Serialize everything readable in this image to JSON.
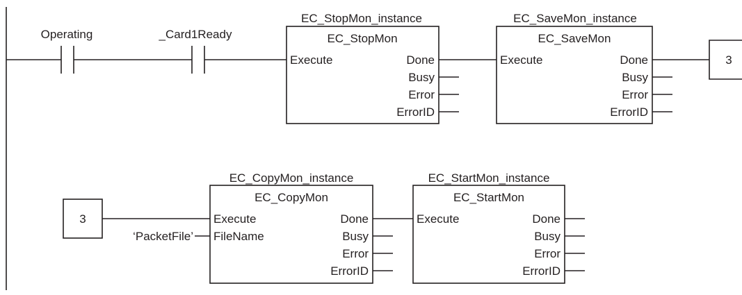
{
  "contacts": [
    {
      "label": "Operating"
    },
    {
      "label": "_Card1Ready"
    }
  ],
  "blocks": [
    {
      "instance": "EC_StopMon_instance",
      "type": "EC_StopMon",
      "inputs": [
        "Execute"
      ],
      "outputs": [
        "Done",
        "Busy",
        "Error",
        "ErrorID"
      ]
    },
    {
      "instance": "EC_SaveMon_instance",
      "type": "EC_SaveMon",
      "inputs": [
        "Execute"
      ],
      "outputs": [
        "Done",
        "Busy",
        "Error",
        "ErrorID"
      ]
    },
    {
      "instance": "EC_CopyMon_instance",
      "type": "EC_CopyMon",
      "inputs": [
        "Execute",
        "FileName"
      ],
      "outputs": [
        "Done",
        "Busy",
        "Error",
        "ErrorID"
      ]
    },
    {
      "instance": "EC_StartMon_instance",
      "type": "EC_StartMon",
      "inputs": [
        "Execute"
      ],
      "outputs": [
        "Done",
        "Busy",
        "Error",
        "ErrorID"
      ]
    }
  ],
  "connectors": [
    {
      "label": "3"
    },
    {
      "label": "3"
    }
  ],
  "constants": [
    {
      "label": "‘PacketFile’"
    }
  ]
}
